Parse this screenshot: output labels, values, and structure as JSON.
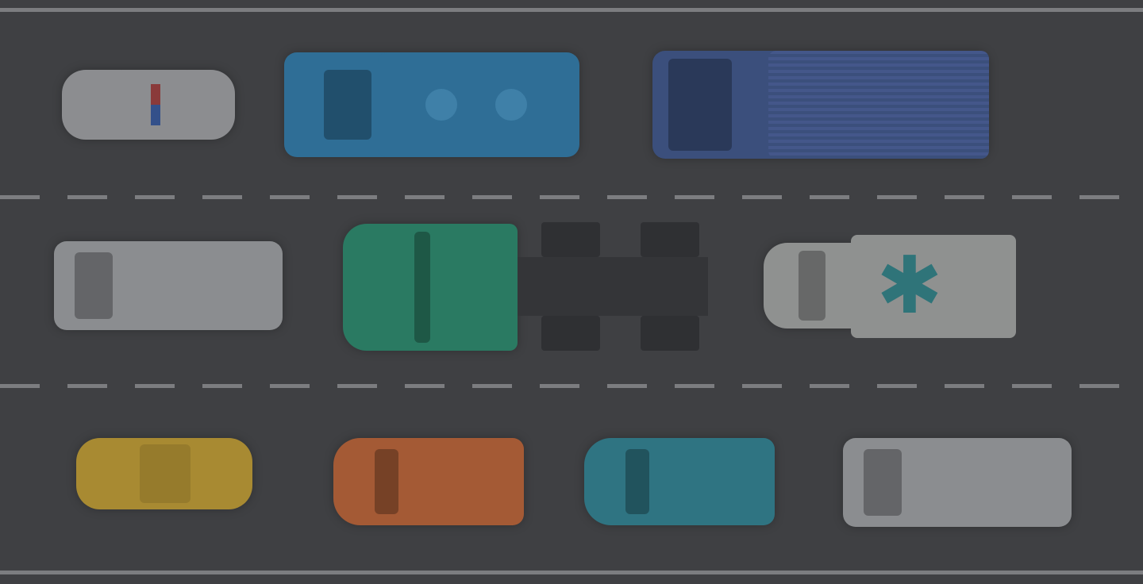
{
  "scene": {
    "road_color": "#3f4043",
    "line_color": "#7c7d80",
    "vehicles": [
      {
        "type": "police-car",
        "color": "#8c8d90",
        "accent": "#2b2c2f"
      },
      {
        "type": "tanker-truck",
        "color": "#2f6e96",
        "accent": "#3f89b6"
      },
      {
        "type": "box-truck",
        "color": "#3b4f7c",
        "accent": "#4a5f90"
      },
      {
        "type": "van",
        "color": "#8b8d90",
        "accent": "#9a9ca0"
      },
      {
        "type": "semi-truck",
        "color": "#2a7a62",
        "accent": "#343538"
      },
      {
        "type": "ambulance",
        "color": "#8f9190",
        "accent": "#2f7479"
      },
      {
        "type": "taxi",
        "color": "#a88a32",
        "accent": "#3a3b3e"
      },
      {
        "type": "hatchback",
        "color": "#a45a35",
        "accent": "#b26a42"
      },
      {
        "type": "hatchback",
        "color": "#2f7482",
        "accent": "#3a8594"
      },
      {
        "type": "van",
        "color": "#8b8d90",
        "accent": "#9a9ca0"
      }
    ]
  }
}
